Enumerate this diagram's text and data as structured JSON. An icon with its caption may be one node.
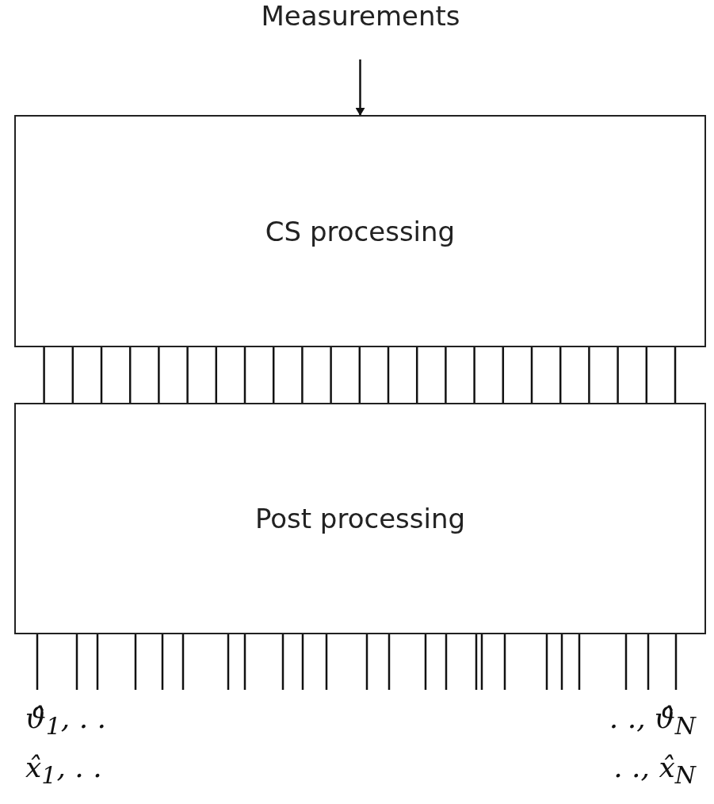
{
  "diagram": {
    "nodes": [
      {
        "text": [
          "Measurements"
        ]
      },
      {
        "text": [
          "CS processing"
        ]
      },
      {
        "text": [
          "Post processing"
        ]
      }
    ],
    "edges": [
      {
        "from": 0,
        "to": 1,
        "arrow": "to"
      },
      {
        "from": 1,
        "to": 2,
        "arrow": "none"
      },
      {
        "from": 1,
        "to": 2,
        "arrow": "none"
      },
      {
        "from": 1,
        "to": 2,
        "arrow": "none"
      },
      {
        "from": 1,
        "to": 2,
        "arrow": "none"
      },
      {
        "from": 1,
        "to": 2,
        "arrow": "none"
      },
      {
        "from": 1,
        "to": 2,
        "arrow": "none"
      },
      {
        "from": 1,
        "to": 2,
        "arrow": "none"
      },
      {
        "from": 1,
        "to": 2,
        "arrow": "none"
      },
      {
        "from": 1,
        "to": 2,
        "arrow": "none"
      },
      {
        "from": 1,
        "to": 2,
        "arrow": "none"
      },
      {
        "from": 1,
        "to": 2,
        "arrow": "none"
      },
      {
        "from": 1,
        "to": 2,
        "arrow": "none"
      },
      {
        "from": 1,
        "to": 2,
        "arrow": "none"
      },
      {
        "from": 1,
        "to": 2,
        "arrow": "none"
      },
      {
        "from": 1,
        "to": 2,
        "arrow": "none"
      },
      {
        "from": 1,
        "to": 2,
        "arrow": "none"
      },
      {
        "from": 1,
        "to": 2,
        "arrow": "none"
      },
      {
        "from": 1,
        "to": 2,
        "arrow": "none"
      },
      {
        "from": 1,
        "to": 2,
        "arrow": "none"
      },
      {
        "from": 1,
        "to": 2,
        "arrow": "none"
      },
      {
        "from": 1,
        "to": 2,
        "arrow": "none"
      },
      {
        "from": 1,
        "to": 2,
        "arrow": "none"
      },
      {
        "from": 1,
        "to": 2,
        "arrow": "none"
      },
      {
        "from": 2,
        "to": null,
        "arrow": "none"
      },
      {
        "from": 2,
        "to": null,
        "arrow": "none"
      },
      {
        "from": 2,
        "to": null,
        "arrow": "none"
      },
      {
        "from": 2,
        "to": null,
        "arrow": "none"
      },
      {
        "from": 2,
        "to": null,
        "arrow": "none"
      },
      {
        "from": 2,
        "to": null,
        "arrow": "none"
      },
      {
        "from": 2,
        "to": null,
        "arrow": "none"
      },
      {
        "from": 2,
        "to": null,
        "arrow": "none"
      },
      {
        "from": 2,
        "to": null,
        "arrow": "none"
      },
      {
        "from": 2,
        "to": null,
        "arrow": "none"
      },
      {
        "from": 2,
        "to": null,
        "arrow": "none"
      },
      {
        "from": 2,
        "to": null,
        "arrow": "none"
      },
      {
        "from": 2,
        "to": null,
        "arrow": "none"
      },
      {
        "from": 2,
        "to": null,
        "arrow": "none"
      },
      {
        "from": 2,
        "to": null,
        "arrow": "none"
      },
      {
        "from": 2,
        "to": null,
        "arrow": "none"
      },
      {
        "from": 2,
        "to": null,
        "arrow": "none"
      },
      {
        "from": 2,
        "to": null,
        "arrow": "none"
      },
      {
        "from": 2,
        "to": null,
        "arrow": "none"
      },
      {
        "from": 2,
        "to": null,
        "arrow": "none"
      },
      {
        "from": 2,
        "to": null,
        "arrow": "none"
      },
      {
        "from": 2,
        "to": null,
        "arrow": "none"
      },
      {
        "from": 2,
        "to": null,
        "arrow": "none"
      },
      {
        "from": 2,
        "to": null,
        "arrow": "none"
      }
    ],
    "labels": [
      "ϑ̂$_{1}$, . .",
      ". ., ϑ̂$_{N}$",
      "x̂$_{1}$, . .",
      ". ., x̂$_{N}$"
    ]
  }
}
